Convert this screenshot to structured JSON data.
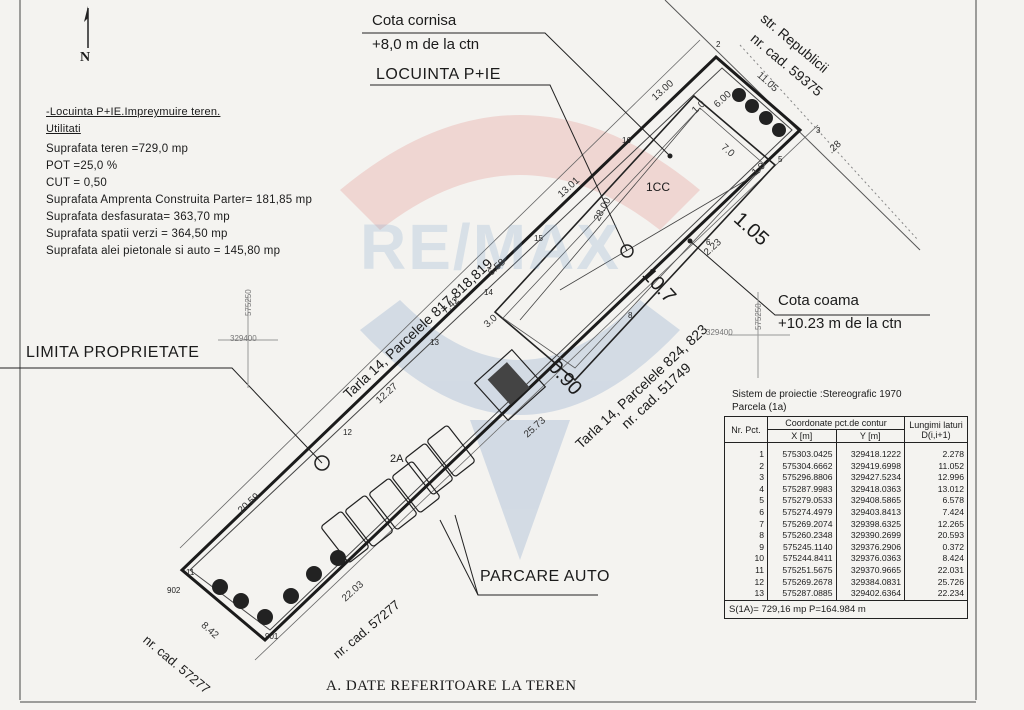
{
  "north_label": "N",
  "notes": {
    "title": "-Locuinta P+IE.Impreymuire teren.",
    "subtitle": "Utilitati",
    "lines": [
      "Suprafata teren =729,0 mp",
      "POT =25,0 %",
      "CUT = 0,50",
      "Suprafata Amprenta Construita Parter= 181,85 mp",
      "Suprafata desfasurata= 363,70 mp",
      "Suprafata spatii verzi = 364,50 mp",
      "Suprafata alei pietonale si auto = 145,80 mp"
    ]
  },
  "callouts": {
    "cota_cornisa_1": "Cota cornisa",
    "cota_cornisa_2": "+8,0 m de la ctn",
    "locuinta": "LOCUINTA P+IE",
    "limita": "LIMITA PROPRIETATE",
    "cota_coama_1": "Cota coama",
    "cota_coama_2": "+10.23 m de la ctn",
    "parcare": "PARCARE AUTO"
  },
  "parcel_labels": {
    "republicii_1": "str. Republicii",
    "republicii_2": "nr. cad. 59375",
    "tarla_nw": "Tarla 14, Parcelele 817,818,819",
    "tarla_se_1": "Tarla 14, Parcelele 824, 823",
    "tarla_se_2": "nr. cad. 51749",
    "cad_57277_a": "nr. cad. 57277",
    "cad_57277_b": "nr. cad. 57277",
    "lot": "1CC",
    "parking_zone": "2A"
  },
  "dimensions": {
    "d_13_00": "13.00",
    "d_11_05": "11.05",
    "d_6_00": "6.00",
    "d_1_0a": "1.0",
    "d_7_0": "7.0",
    "d_1_0b": "1.0",
    "d_28": ".28",
    "d_13_01": "13.01",
    "d_28_00": "28.00",
    "d_2_23": "2.23",
    "d_6_58": "6.58",
    "d_7_42": "7.42",
    "d_3_0": "3.0",
    "d_12_27": "12.27",
    "d_20_59": "20.59",
    "d_25_73": "25.73",
    "d_22_03": "22.03",
    "d_8_42": "8.42",
    "big_1_05": "1.05",
    "big_10_7": "10.7",
    "big_0_90": "0.90"
  },
  "point_numbers": [
    "2",
    "3",
    "5",
    "6",
    "8",
    "11",
    "12",
    "13",
    "14",
    "15",
    "16",
    "902",
    "901"
  ],
  "coord_tags": [
    "329400",
    "575250",
    "329400",
    "575250"
  ],
  "watermark": "RE/MAX",
  "table": {
    "caption_1": "Sistem de proiectie :Stereografic 1970",
    "caption_2": "Parcela (1a)",
    "head_nr": "Nr. Pct.",
    "head_coord": "Coordonate pct.de contur",
    "head_x": "X [m]",
    "head_y": "Y [m]",
    "head_len": "Lungimi laturi D(i,i+1)",
    "rows": [
      [
        "1",
        "575303.0425",
        "329418.1222",
        "2.278"
      ],
      [
        "2",
        "575304.6662",
        "329419.6998",
        "11.052"
      ],
      [
        "3",
        "575296.8806",
        "329427.5234",
        "12.996"
      ],
      [
        "4",
        "575287.9983",
        "329418.0363",
        "13.012"
      ],
      [
        "5",
        "575279.0533",
        "329408.5865",
        "6.578"
      ],
      [
        "6",
        "575274.4979",
        "329403.8413",
        "7.424"
      ],
      [
        "7",
        "575269.2074",
        "329398.6325",
        "12.265"
      ],
      [
        "8",
        "575260.2348",
        "329390.2699",
        "20.593"
      ],
      [
        "9",
        "575245.1140",
        "329376.2906",
        "0.372"
      ],
      [
        "10",
        "575244.8411",
        "329376.0363",
        "8.424"
      ],
      [
        "11",
        "575251.5675",
        "329370.9665",
        "22.031"
      ],
      [
        "12",
        "575269.2678",
        "329384.0831",
        "25.726"
      ],
      [
        "13",
        "575287.0885",
        "329402.6364",
        "22.234"
      ]
    ],
    "footer": "S(1A)= 729,16 mp  P=164.984 m"
  },
  "footer_title": "A. DATE REFERITOARE LA TEREN"
}
